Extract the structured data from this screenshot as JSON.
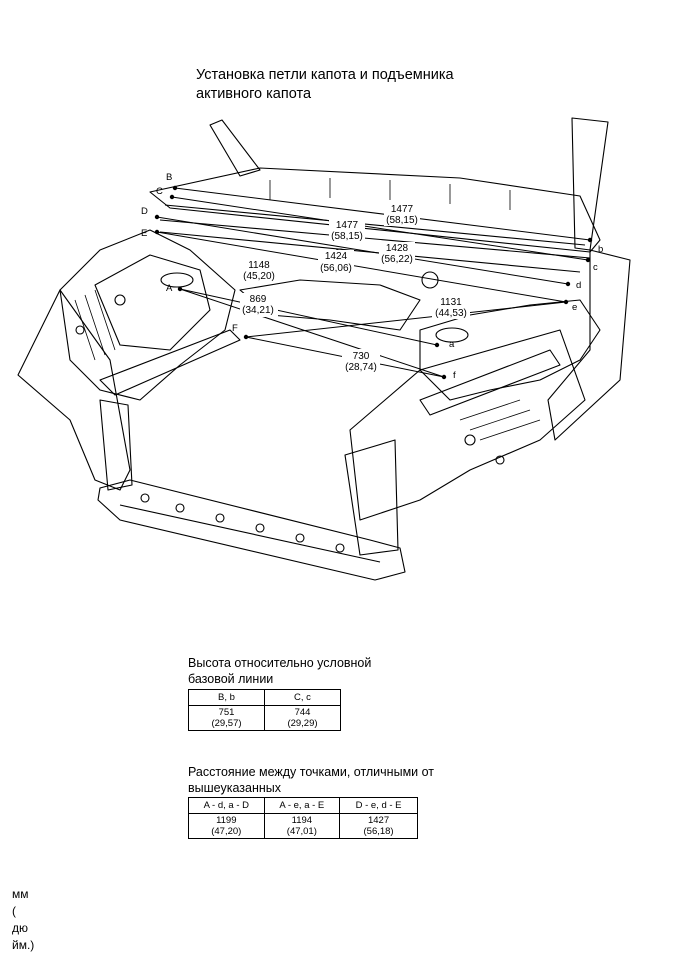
{
  "title": {
    "line1": "Установка петли капота и подъемника",
    "line2": "активного капота"
  },
  "diagram": {
    "point_labels": {
      "A": "A",
      "B": "B",
      "C": "C",
      "D": "D",
      "E": "E",
      "F": "F",
      "a": "a",
      "b": "b",
      "c": "c",
      "d": "d",
      "e": "e",
      "f": "f"
    },
    "dimensions": [
      {
        "id": "B-b",
        "value": "1477",
        "inch": "(58,15)"
      },
      {
        "id": "C-c",
        "value": "1477",
        "inch": "(58,15)"
      },
      {
        "id": "D-d",
        "value": "1428",
        "inch": "(56,22)"
      },
      {
        "id": "E-e",
        "value": "1424",
        "inch": "(56,06)"
      },
      {
        "id": "A-f",
        "value": "1148",
        "inch": "(45,20)"
      },
      {
        "id": "A-a",
        "value": "869",
        "inch": "(34,21)"
      },
      {
        "id": "F-e",
        "value": "1131",
        "inch": "(44,53)"
      },
      {
        "id": "F-f",
        "value": "730",
        "inch": "(28,74)"
      }
    ]
  },
  "height_section": {
    "caption_line1": "Высота относительно условной",
    "caption_line2": "базовой линии",
    "headers": [
      "B, b",
      "C, c"
    ],
    "values": [
      "751",
      "744"
    ],
    "inches": [
      "(29,57)",
      "(29,29)"
    ]
  },
  "distance_section": {
    "caption_line1": "Расстояние между точками, отличными от",
    "caption_line2": "вышеуказанных",
    "headers": [
      "A - d, a - D",
      "A - e, a - E",
      "D - e, d - E"
    ],
    "values": [
      "1199",
      "1194",
      "1427"
    ],
    "inches": [
      "(47,20)",
      "(47,01)",
      "(56,18)"
    ]
  },
  "units": {
    "line1": "мм",
    "line2": "(",
    "line3": "дю",
    "line4": "йм.)"
  }
}
